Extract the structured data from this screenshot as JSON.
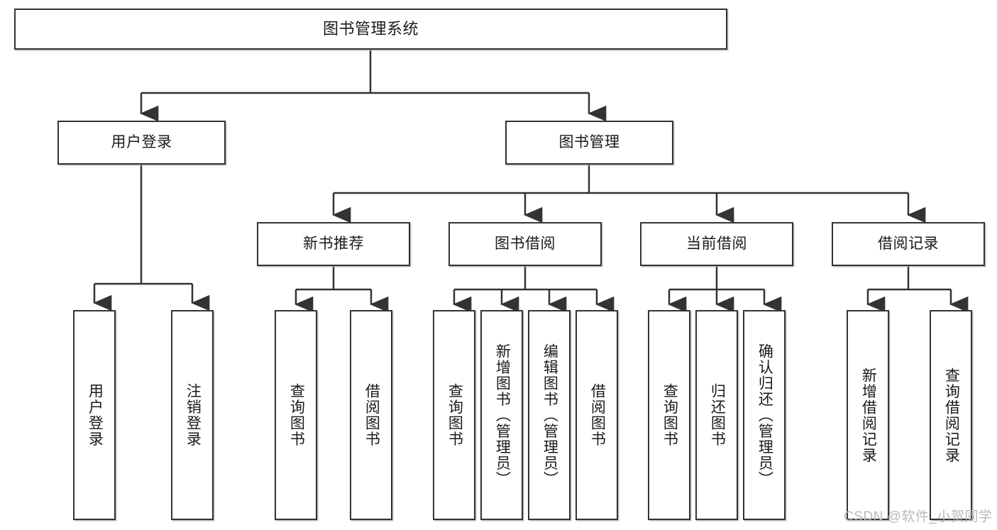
{
  "diagram": {
    "title": "图书管理系统",
    "type": "tree-hierarchy-diagram",
    "colors": {
      "box_border": "#333333",
      "box_fill": "#ffffff",
      "edge": "#333333",
      "text": "#1a1a1a",
      "watermark": "#b9b9b9",
      "background": "#ffffff"
    },
    "nodes": {
      "root": {
        "label": "图书管理系统"
      },
      "level2": [
        {
          "id": "user-login",
          "label": "用户登录"
        },
        {
          "id": "book-management",
          "label": "图书管理"
        }
      ],
      "level3": [
        {
          "id": "new-book-recommend",
          "label": "新书推荐"
        },
        {
          "id": "book-borrow",
          "label": "图书借阅"
        },
        {
          "id": "current-borrow",
          "label": "当前借阅"
        },
        {
          "id": "borrow-record",
          "label": "借阅记录"
        }
      ],
      "leaves": {
        "user_login": [
          {
            "id": "leaf-user-login",
            "label": "用户登录"
          },
          {
            "id": "leaf-logout-login",
            "label": "注销登录"
          }
        ],
        "new_book_recommend": [
          {
            "id": "leaf-query-book-1",
            "label": "查询图书"
          },
          {
            "id": "leaf-borrow-book-1",
            "label": "借阅图书"
          }
        ],
        "book_borrow": [
          {
            "id": "leaf-query-book-2",
            "label": "查询图书"
          },
          {
            "id": "leaf-add-book",
            "label": "新增图书（管理员）"
          },
          {
            "id": "leaf-edit-book",
            "label": "编辑图书（管理员）"
          },
          {
            "id": "leaf-borrow-book-2",
            "label": "借阅图书"
          }
        ],
        "current_borrow": [
          {
            "id": "leaf-query-book-3",
            "label": "查询图书"
          },
          {
            "id": "leaf-return-book",
            "label": "归还图书"
          },
          {
            "id": "leaf-confirm-return",
            "label": "确认归还（管理员）"
          }
        ],
        "borrow_record": [
          {
            "id": "leaf-add-record",
            "label": "新增借阅记录"
          },
          {
            "id": "leaf-query-record",
            "label": "查询借阅记录"
          }
        ]
      }
    },
    "watermark": "CSDN @软件_小贺同学"
  }
}
